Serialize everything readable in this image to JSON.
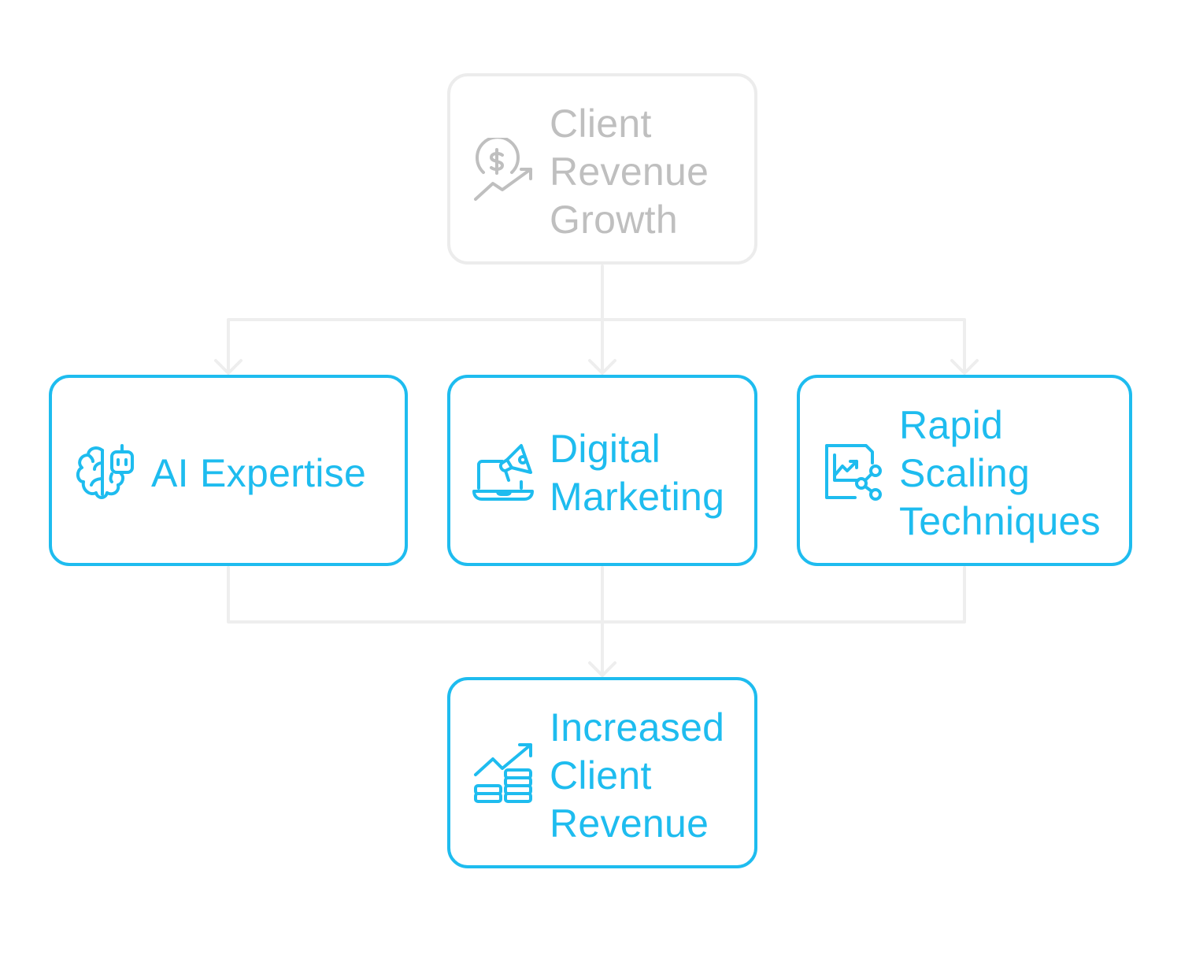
{
  "colors": {
    "accent": "#1ebcef",
    "muted_border": "#ececec",
    "muted_text": "#bfbfbf",
    "connector": "#eeeeee"
  },
  "nodes": {
    "top": {
      "label": "Client\nRevenue\nGrowth",
      "icon": "revenue-growth-icon"
    },
    "ai": {
      "label": "AI Expertise",
      "icon": "ai-brain-icon"
    },
    "digital": {
      "label": "Digital\nMarketing",
      "icon": "laptop-megaphone-icon"
    },
    "rapid": {
      "label": "Rapid\nScaling\nTechniques",
      "icon": "chart-network-icon"
    },
    "bottom": {
      "label": "Increased\nClient\nRevenue",
      "icon": "coins-growth-icon"
    }
  }
}
